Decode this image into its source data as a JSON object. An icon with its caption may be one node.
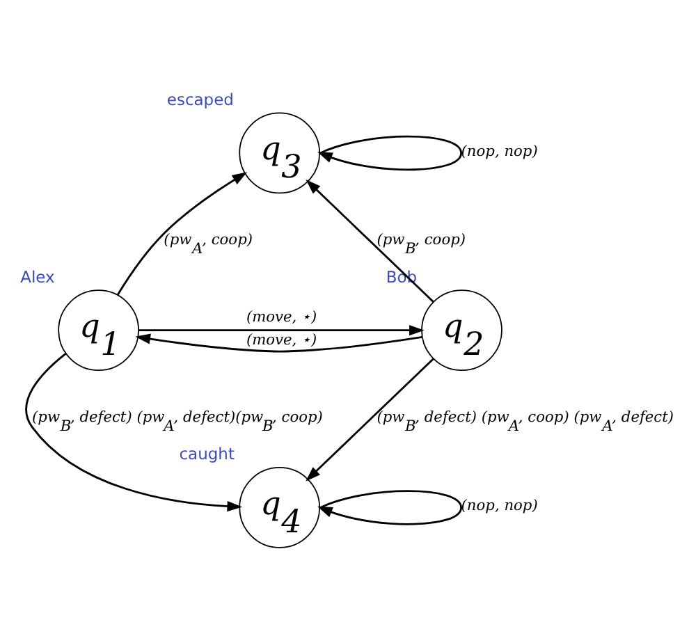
{
  "diagram": {
    "nodes": [
      {
        "text": [
          "q$_{3}$"
        ],
        "beside": [
          "escaped"
        ]
      },
      {
        "text": [
          "q$_{1}$"
        ],
        "beside": [
          "Alex"
        ]
      },
      {
        "text": [
          "q$_{2}$"
        ],
        "beside": [
          "Bob"
        ]
      },
      {
        "text": [
          "q$_{4}$"
        ],
        "beside": [
          "caught"
        ]
      }
    ],
    "edges": [
      {
        "from": 0,
        "to": 0,
        "arrow": "to",
        "label": "(nop, nop)"
      },
      {
        "from": 1,
        "to": 0,
        "arrow": "to",
        "label": "(pw$_{A}$, coop)"
      },
      {
        "from": 2,
        "to": 0,
        "arrow": "to",
        "label": "(pw$_{B}$, coop)"
      },
      {
        "from": 1,
        "to": 2,
        "arrow": "to",
        "label": "(move, ⋆)"
      },
      {
        "from": 2,
        "to": 1,
        "arrow": "to",
        "label": "(move, ⋆)"
      },
      {
        "from": 1,
        "to": 3,
        "arrow": "to",
        "label": "(pw$_{B}$, defect) (pw$_{A}$, defect)(pw$_{B}$, coop)"
      },
      {
        "from": 2,
        "to": 3,
        "arrow": "to",
        "label": "(pw$_{B}$, defect) (pw$_{A}$, coop) (pw$_{A}$, defect)"
      },
      {
        "from": 3,
        "to": 3,
        "arrow": "to",
        "label": "(nop, nop)"
      }
    ]
  }
}
